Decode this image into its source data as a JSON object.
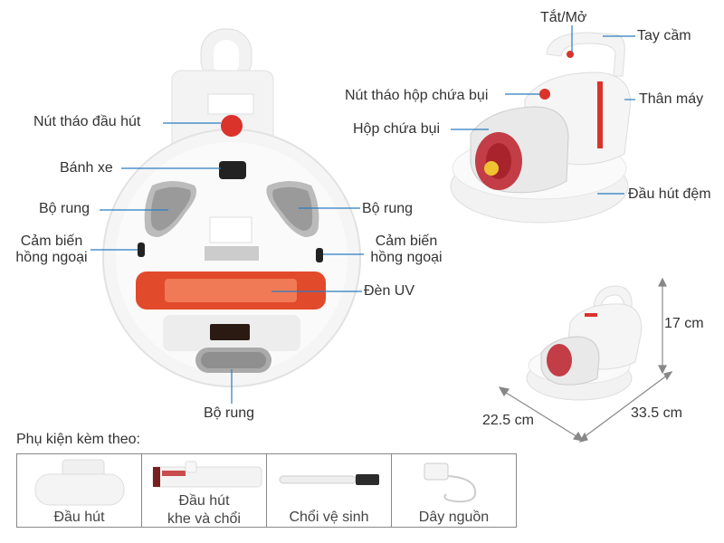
{
  "callouts": {
    "nozzle_release": "Nút tháo đầu hút",
    "wheel": "Bánh xe",
    "vibration_left": "Bộ rung",
    "vibration_right": "Bộ rung",
    "vibration_bottom": "Bộ rung",
    "ir_sensor_left_1": "Cảm biến",
    "ir_sensor_left_2": "hồng ngoại",
    "ir_sensor_right_1": "Cảm biến",
    "ir_sensor_right_2": "hồng ngoại",
    "uv_light": "Đèn UV",
    "power": "Tắt/Mở",
    "handle": "Tay cầm",
    "dust_release": "Nút tháo hộp chứa bụi",
    "body": "Thân máy",
    "dust_box": "Hộp chứa bụi",
    "pad_nozzle": "Đầu hút đệm"
  },
  "dimensions": {
    "height": "17 cm",
    "width": "22.5 cm",
    "depth": "33.5 cm"
  },
  "accessories": {
    "title": "Phụ kiện kèm theo:",
    "items": [
      {
        "label": "Đầu hút",
        "icon": "nozzle-attachment-icon"
      },
      {
        "label": "Đầu hút\nkhe và chổi",
        "icon": "crevice-tool-icon"
      },
      {
        "label": "Chổi vệ sinh",
        "icon": "cleaning-brush-icon"
      },
      {
        "label": "Dây nguồn",
        "icon": "power-adapter-icon"
      }
    ]
  },
  "colors": {
    "accent_red": "#d9332b",
    "body_white": "#f4f4f4",
    "line_blue": "#2a7cc0",
    "text": "#333333"
  }
}
